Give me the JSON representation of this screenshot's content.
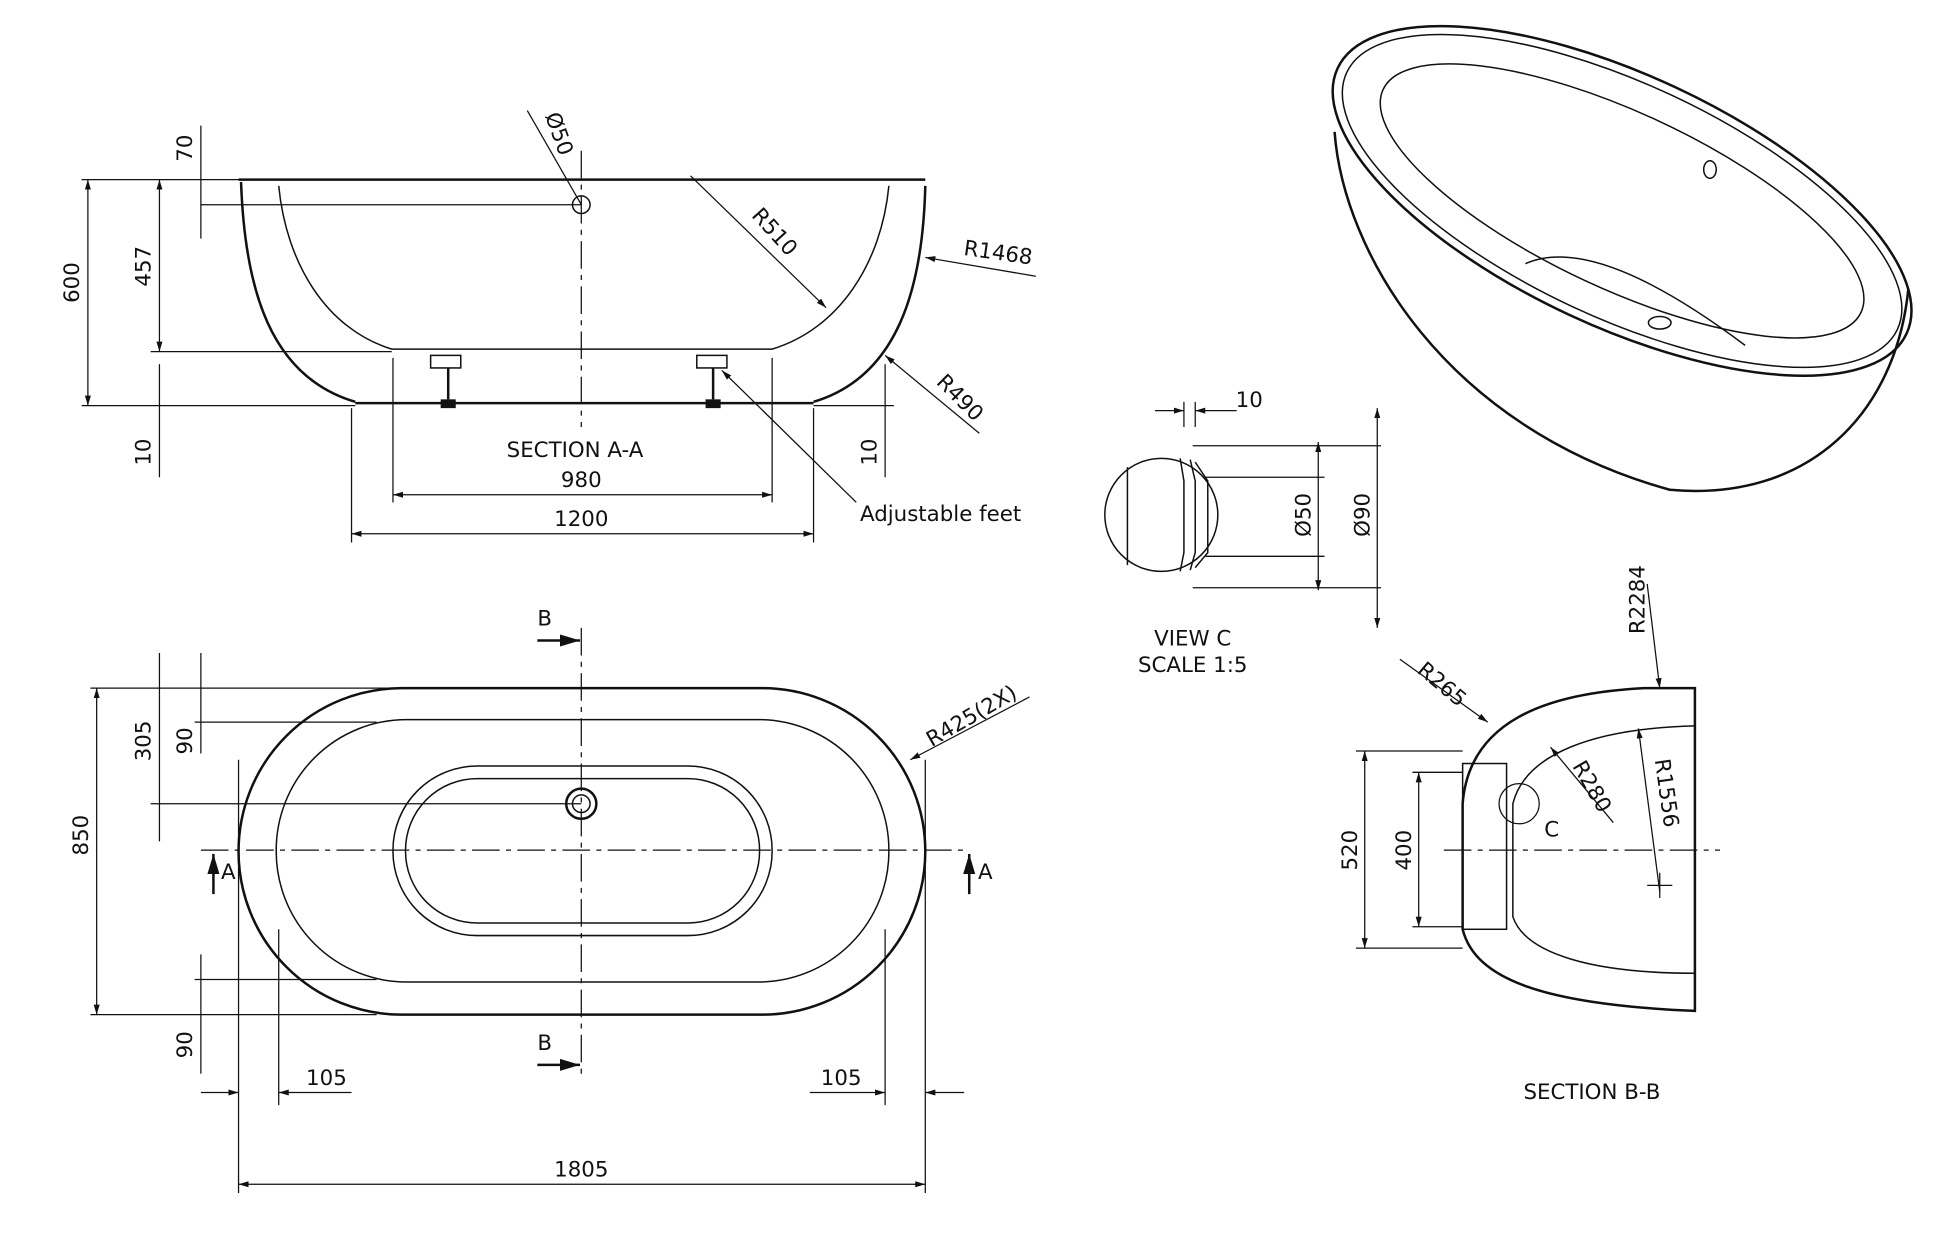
{
  "section_aa": {
    "title": "SECTION A-A",
    "dims": {
      "height_total": "600",
      "depth_inner": "457",
      "overflow_height": "70",
      "base_left": "10",
      "base_right": "10",
      "feet_span": "980",
      "base_width": "1200"
    },
    "radii": {
      "r510": "R510",
      "r1468": "R1468",
      "r490": "R490",
      "overflow": "Ø50"
    },
    "feet_label": "Adjustable feet"
  },
  "plan": {
    "dims": {
      "width": "850",
      "drain_offset": "305",
      "rim_top": "90",
      "rim_bottom": "90",
      "end_left": "105",
      "end_right": "105",
      "length": "1805"
    },
    "radius": "R425(2X)",
    "section_a_left": "A",
    "section_a_right": "A",
    "section_b_top": "B",
    "section_b_bottom": "B"
  },
  "view_c": {
    "title": "VIEW C",
    "scale": "SCALE 1:5",
    "dims": {
      "thickness": "10",
      "inner": "Ø50",
      "outer": "Ø90"
    }
  },
  "section_bb": {
    "title": "SECTION B-B",
    "dims": {
      "outer_height": "520",
      "inner_height": "400"
    },
    "radii": {
      "r2284": "R2284",
      "r265": "R265",
      "r280": "R280",
      "r1556": "R1556"
    },
    "detail_label": "C"
  }
}
